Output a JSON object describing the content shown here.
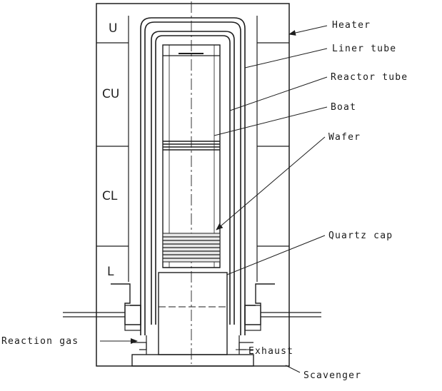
{
  "zones": [
    "U",
    "CU",
    "CL",
    "L"
  ],
  "labels": {
    "heater": "Heater",
    "liner_tube": "Liner tube",
    "reactor_tube": "Reactor tube",
    "boat": "Boat",
    "wafer": "Wafer",
    "quartz_cap": "Quartz cap",
    "reaction_gas": "Reaction gas",
    "exhaust": "Exhaust",
    "scavenger": "Scavenger"
  }
}
